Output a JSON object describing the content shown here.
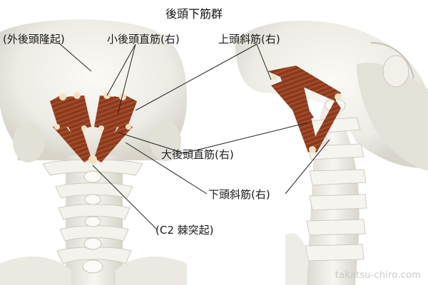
{
  "title": "後頭下筋群",
  "labels": {
    "ext_occ_prot": "(外後頭隆起)",
    "rect_minor": "小後頭直筋(右)",
    "obl_superior": "上頭斜筋(右)",
    "rect_major": "大後頭直筋(右)",
    "obl_inferior": "下頭斜筋(右)",
    "c2_spinous": "(C2 棘突起)"
  },
  "watermark": "takatsu-chiro.com",
  "colors": {
    "bone": "#efede6",
    "bone_shadow": "#d9d6cc",
    "muscle": "#8a3a1f",
    "muscle_stripe": "#b4582f",
    "tendon": "#f2e3c8",
    "leader": "#222222"
  }
}
